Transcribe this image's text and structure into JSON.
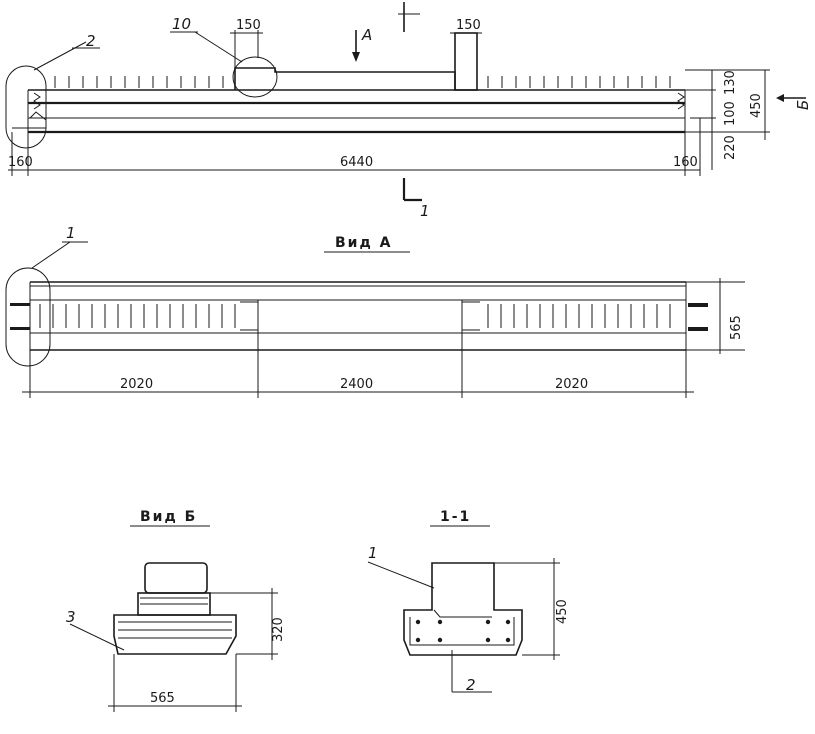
{
  "top_view": {
    "dims": {
      "overall": "6440",
      "end_left": "160",
      "end_right": "160",
      "notch_a": "150",
      "notch_b": "150",
      "h_top": "130",
      "h_mid": "100",
      "h_bot": "220",
      "h_total": "450"
    },
    "callouts": {
      "c2": "2",
      "c10": "10"
    },
    "section_mark": "1",
    "view_mark": "Б",
    "view_a_arrow": "А"
  },
  "view_a": {
    "title": "Вид А",
    "callout": "1",
    "width": "565",
    "segments": [
      "2020",
      "2400",
      "2020"
    ]
  },
  "view_b": {
    "title": "Вид Б",
    "callout": "3",
    "width": "565",
    "height": "320"
  },
  "section_1": {
    "title": "1-1",
    "callout_1": "1",
    "callout_2": "2",
    "height": "450"
  }
}
